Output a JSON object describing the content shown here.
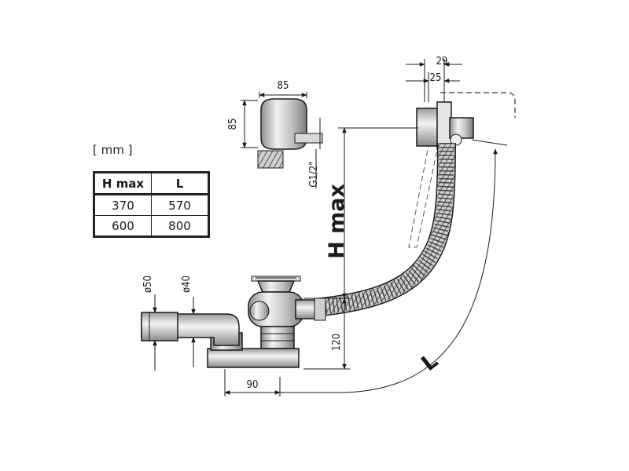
{
  "units": "[ mm ]",
  "table": {
    "headers": [
      "H max",
      "L"
    ],
    "rows": [
      [
        "370",
        "570"
      ],
      [
        "600",
        "800"
      ]
    ]
  },
  "labels": {
    "width_85": "85",
    "height_85": "85",
    "thread": "G1/2\"",
    "dim_29": "29",
    "dim_25": "25",
    "h_max": "H max",
    "dim_120": "120",
    "dim_90": "90",
    "l_label": "L",
    "dia_50": "ø50",
    "dia_40": "ø40"
  }
}
